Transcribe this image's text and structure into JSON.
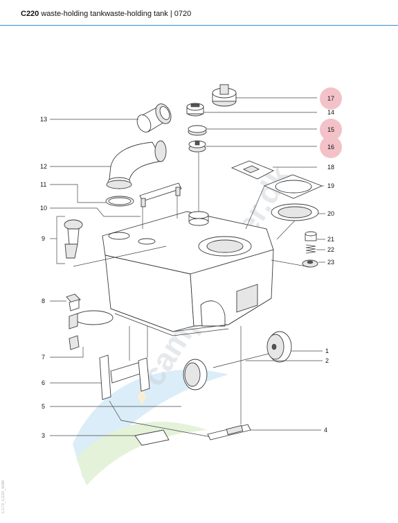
{
  "header": {
    "model": "C220",
    "title": "waste-holding tankwaste-holding tank | 0720"
  },
  "watermark": {
    "text": "campingpiser.dk",
    "logo_colors": [
      "#7cc1e8",
      "#9fd37a",
      "#f4c760"
    ]
  },
  "side_code": "C173_C220_wsth",
  "highlight_color": "#f3c1c8",
  "accent_color": "#3a8fd0",
  "callouts": [
    {
      "id": "1",
      "label": "1",
      "side": "right",
      "highlighted": false
    },
    {
      "id": "2",
      "label": "2",
      "side": "right",
      "highlighted": false
    },
    {
      "id": "3",
      "label": "3",
      "side": "left",
      "highlighted": false
    },
    {
      "id": "4",
      "label": "4",
      "side": "right",
      "highlighted": false
    },
    {
      "id": "5",
      "label": "5",
      "side": "left",
      "highlighted": false
    },
    {
      "id": "6",
      "label": "6",
      "side": "left",
      "highlighted": false
    },
    {
      "id": "7",
      "label": "7",
      "side": "left",
      "highlighted": false
    },
    {
      "id": "8",
      "label": "8",
      "side": "left",
      "highlighted": false
    },
    {
      "id": "9",
      "label": "9",
      "side": "left",
      "highlighted": false
    },
    {
      "id": "10",
      "label": "10",
      "side": "left",
      "highlighted": false
    },
    {
      "id": "11",
      "label": "11",
      "side": "left",
      "highlighted": false
    },
    {
      "id": "12",
      "label": "12",
      "side": "left",
      "highlighted": false
    },
    {
      "id": "13",
      "label": "13",
      "side": "left",
      "highlighted": false
    },
    {
      "id": "14",
      "label": "14",
      "side": "right",
      "highlighted": false
    },
    {
      "id": "15",
      "label": "15",
      "side": "right",
      "highlighted": true
    },
    {
      "id": "16",
      "label": "16",
      "side": "right",
      "highlighted": true
    },
    {
      "id": "17",
      "label": "17",
      "side": "right",
      "highlighted": true
    },
    {
      "id": "18",
      "label": "18",
      "side": "right",
      "highlighted": false
    },
    {
      "id": "19",
      "label": "19",
      "side": "right",
      "highlighted": false
    },
    {
      "id": "20",
      "label": "20",
      "side": "right",
      "highlighted": false
    },
    {
      "id": "21",
      "label": "21",
      "side": "right",
      "highlighted": false
    },
    {
      "id": "22",
      "label": "22",
      "side": "right",
      "highlighted": false
    },
    {
      "id": "23",
      "label": "23",
      "side": "right",
      "highlighted": false
    }
  ]
}
